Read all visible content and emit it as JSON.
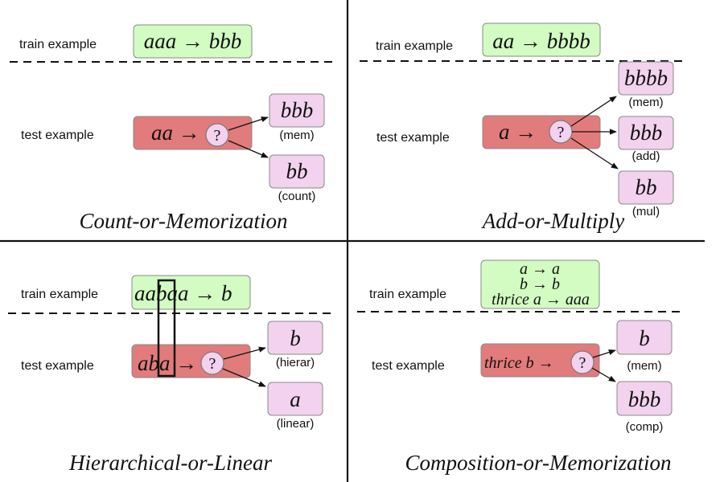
{
  "figure": {
    "panels": [
      {
        "id": "count-or-memorization",
        "title": "Count-or-Memorization",
        "train_label": "train example",
        "train_lines": [
          "aaa → bbb"
        ],
        "test_label": "test example",
        "test_input": "aa →",
        "query_symbol": "?",
        "outputs": [
          {
            "value": "bbb",
            "tag": "(mem)"
          },
          {
            "value": "bb",
            "tag": "(count)"
          }
        ]
      },
      {
        "id": "add-or-multiply",
        "title": "Add-or-Multiply",
        "train_label": "train example",
        "train_lines": [
          "aa → bbbb"
        ],
        "test_label": "test example",
        "test_input": "a →",
        "query_symbol": "?",
        "outputs": [
          {
            "value": "bbbb",
            "tag": "(mem)"
          },
          {
            "value": "bbb",
            "tag": "(add)"
          },
          {
            "value": "bb",
            "tag": "(mul)"
          }
        ]
      },
      {
        "id": "hierarchical-or-linear",
        "title": "Hierarchical-or-Linear",
        "train_label": "train example",
        "train_lines": [
          "aabaa → b"
        ],
        "test_label": "test example",
        "test_input": "aba →",
        "query_symbol": "?",
        "outputs": [
          {
            "value": "b",
            "tag": "(hierar)"
          },
          {
            "value": "a",
            "tag": "(linear)"
          }
        ]
      },
      {
        "id": "composition-or-memorization",
        "title": "Composition-or-Memorization",
        "train_label": "train example",
        "train_lines": [
          "a → a",
          "b → b",
          "thrice a → aaa"
        ],
        "test_label": "test example",
        "test_input": "thrice b →",
        "query_symbol": "?",
        "outputs": [
          {
            "value": "b",
            "tag": "(mem)"
          },
          {
            "value": "bbb",
            "tag": "(comp)"
          }
        ]
      }
    ],
    "colors": {
      "train_fill": "#d2fcc2",
      "test_fill": "#e27b7b",
      "output_fill": "#f2d2ee"
    }
  }
}
